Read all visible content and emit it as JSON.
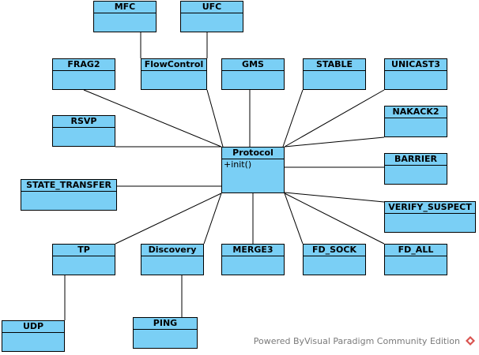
{
  "diagram": {
    "center": {
      "name": "Protocol",
      "operation": "+init()"
    },
    "classes": [
      {
        "id": "mfc",
        "name": "MFC"
      },
      {
        "id": "ufc",
        "name": "UFC"
      },
      {
        "id": "frag2",
        "name": "FRAG2"
      },
      {
        "id": "flowcontrol",
        "name": "FlowControl"
      },
      {
        "id": "gms",
        "name": "GMS"
      },
      {
        "id": "stable",
        "name": "STABLE"
      },
      {
        "id": "unicast3",
        "name": "UNICAST3"
      },
      {
        "id": "rsvp",
        "name": "RSVP"
      },
      {
        "id": "nakack2",
        "name": "NAKACK2"
      },
      {
        "id": "barrier",
        "name": "BARRIER"
      },
      {
        "id": "state_transfer",
        "name": "STATE_TRANSFER"
      },
      {
        "id": "verify_suspect",
        "name": "VERIFY_SUSPECT"
      },
      {
        "id": "tp",
        "name": "TP"
      },
      {
        "id": "discovery",
        "name": "Discovery"
      },
      {
        "id": "merge3",
        "name": "MERGE3"
      },
      {
        "id": "fd_sock",
        "name": "FD_SOCK"
      },
      {
        "id": "fd_all",
        "name": "FD_ALL"
      },
      {
        "id": "udp",
        "name": "UDP"
      },
      {
        "id": "ping",
        "name": "PING"
      }
    ],
    "relations": [
      {
        "from": "frag2",
        "to": "protocol"
      },
      {
        "from": "flowcontrol",
        "to": "protocol"
      },
      {
        "from": "gms",
        "to": "protocol"
      },
      {
        "from": "stable",
        "to": "protocol"
      },
      {
        "from": "unicast3",
        "to": "protocol"
      },
      {
        "from": "rsvp",
        "to": "protocol"
      },
      {
        "from": "nakack2",
        "to": "protocol"
      },
      {
        "from": "barrier",
        "to": "protocol"
      },
      {
        "from": "state_transfer",
        "to": "protocol"
      },
      {
        "from": "verify_suspect",
        "to": "protocol"
      },
      {
        "from": "tp",
        "to": "protocol"
      },
      {
        "from": "discovery",
        "to": "protocol"
      },
      {
        "from": "merge3",
        "to": "protocol"
      },
      {
        "from": "fd_sock",
        "to": "protocol"
      },
      {
        "from": "fd_all",
        "to": "protocol"
      },
      {
        "from": "mfc",
        "to": "flowcontrol"
      },
      {
        "from": "ufc",
        "to": "flowcontrol"
      },
      {
        "from": "udp",
        "to": "tp"
      },
      {
        "from": "ping",
        "to": "discovery"
      }
    ],
    "colors": {
      "class_fill": "#7acff5",
      "line": "#000000",
      "watermark_text": "#7a7a7a",
      "logo": "#d9534f"
    }
  },
  "footer": {
    "watermark": "Powered ByVisual Paradigm Community Edition",
    "logo_icon": "visual-paradigm-logo-icon"
  }
}
